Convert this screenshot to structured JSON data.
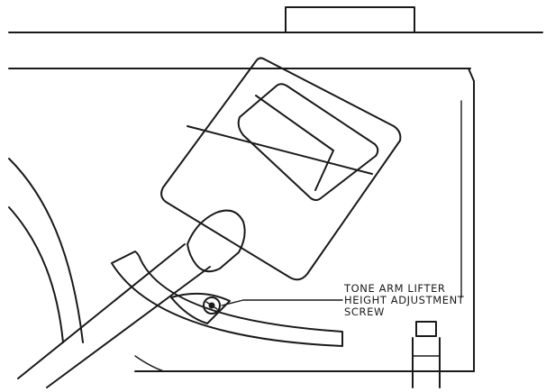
{
  "callout": {
    "lines": [
      "TONE ARM LIFTER",
      "HEIGHT ADJUSTMENT",
      "SCREW"
    ]
  }
}
